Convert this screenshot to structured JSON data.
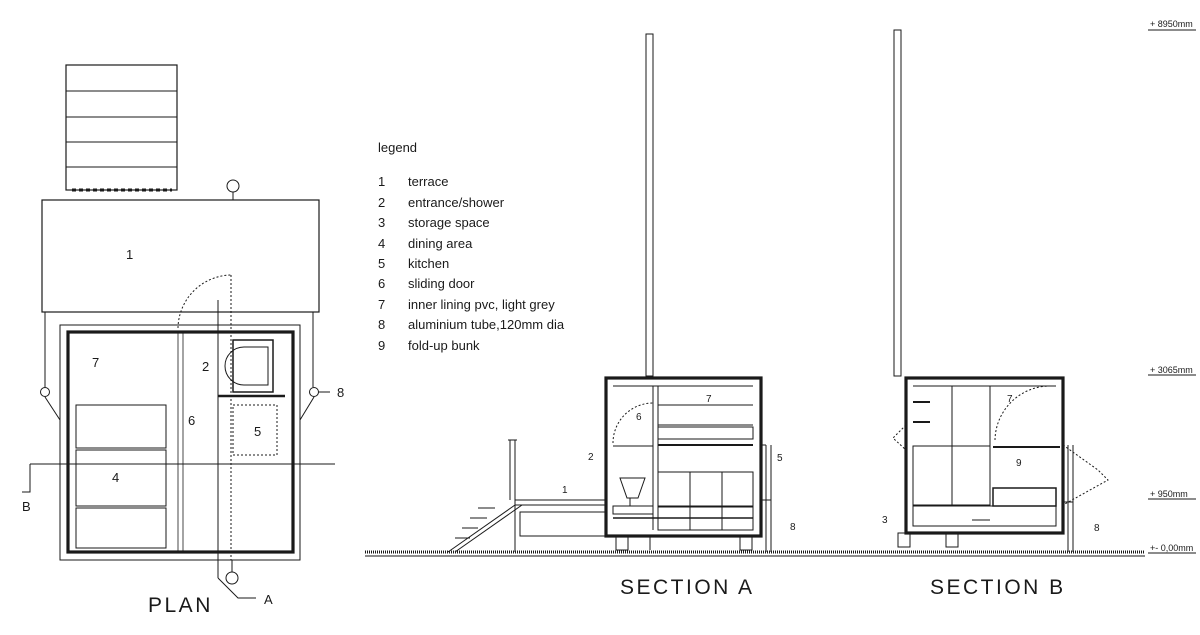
{
  "legend": {
    "title": "legend",
    "items": [
      {
        "num": "1",
        "label": "terrace"
      },
      {
        "num": "2",
        "label": "entrance/shower"
      },
      {
        "num": "3",
        "label": "storage space"
      },
      {
        "num": "4",
        "label": "dining area"
      },
      {
        "num": "5",
        "label": "kitchen"
      },
      {
        "num": "6",
        "label": "sliding door"
      },
      {
        "num": "7",
        "label": "inner lining pvc, light grey"
      },
      {
        "num": "8",
        "label": "aluminium tube,120mm dia"
      },
      {
        "num": "9",
        "label": "fold-up bunk"
      }
    ]
  },
  "plan": {
    "title": "PLAN",
    "cut_a": "A",
    "cut_b": "B",
    "labels": [
      "1",
      "2",
      "4",
      "5",
      "6",
      "7",
      "8"
    ]
  },
  "section_a": {
    "title": "SECTION A",
    "labels": [
      "1",
      "2",
      "5",
      "6",
      "7",
      "8"
    ]
  },
  "section_b": {
    "title": "SECTION B",
    "labels": [
      "3",
      "7",
      "8",
      "9"
    ]
  },
  "levels": [
    "+ 8950mm",
    "+ 3065mm",
    "+ 950mm",
    "+- 0,00mm"
  ]
}
